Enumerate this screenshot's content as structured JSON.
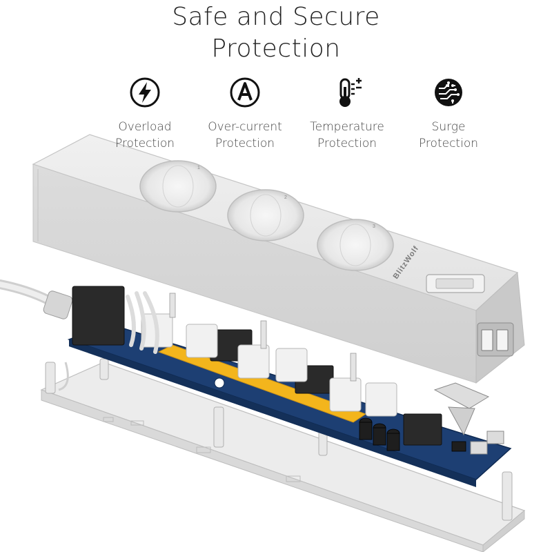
{
  "heading": {
    "line1": "Safe and Secure",
    "line2": "Protection"
  },
  "features": [
    {
      "icon": "lightning-bolt-icon",
      "line1": "Overload",
      "line2": "Protection"
    },
    {
      "icon": "letter-a-circle-icon",
      "line1": "Over-current",
      "line2": "Protection"
    },
    {
      "icon": "thermometer-icon",
      "line1": "Temperature",
      "line2": "Protection"
    },
    {
      "icon": "circuit-surge-icon",
      "line1": "Surge",
      "line2": "Protection"
    }
  ],
  "product": {
    "brand": "BlitzWolf",
    "socket_numbers": [
      "1",
      "2",
      "3"
    ]
  },
  "colors": {
    "pcb_blue": "#1d3f73",
    "busbar_orange": "#f3b51c",
    "housing_grey": "#e6e6e6"
  }
}
